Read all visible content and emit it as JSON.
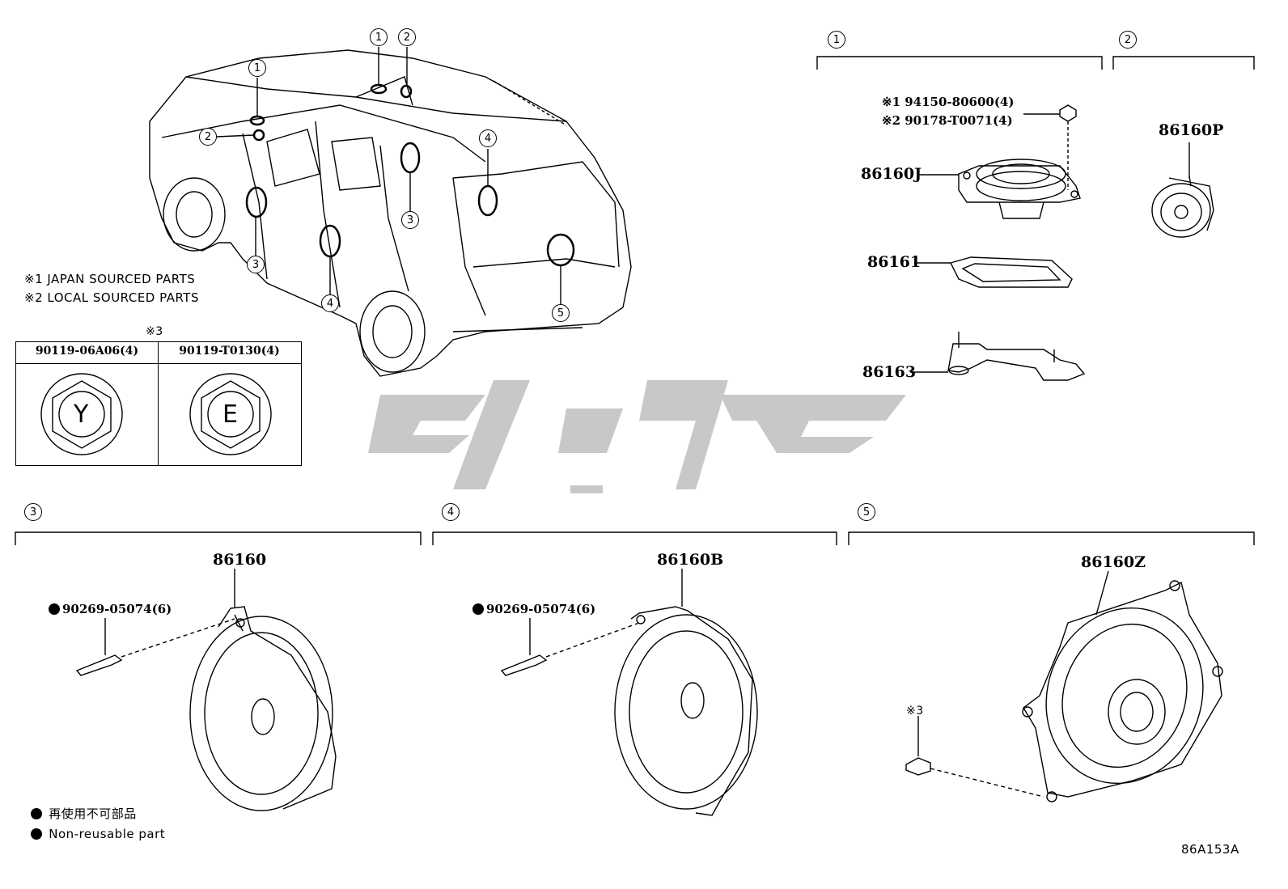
{
  "diagram_code": "86A153A",
  "notes": {
    "japan": "※1 JAPAN SOURCED PARTS",
    "local": "※2 LOCAL SOURCED PARTS"
  },
  "bolt_table": {
    "ref_mark": "※3",
    "col1": {
      "part": "90119-06A06(4)",
      "mark": "Y"
    },
    "col2": {
      "part": "90119-T0130(4)",
      "mark": "E"
    }
  },
  "callouts": [
    "1",
    "2",
    "3",
    "4",
    "5"
  ],
  "group1": {
    "number": "1",
    "nut_japan": "※1 94150-80600(4)",
    "nut_local": "※2 90178-T0071(4)",
    "speaker": "86160J",
    "gasket": "86161",
    "bracket": "86163"
  },
  "group2": {
    "number": "2",
    "speaker": "86160P"
  },
  "group3": {
    "number": "3",
    "speaker": "86160",
    "rivet": "90269-05074(6)"
  },
  "group4": {
    "number": "4",
    "speaker": "86160B",
    "rivet": "90269-05074(6)"
  },
  "group5": {
    "number": "5",
    "speaker": "86160Z",
    "bolt_ref": "※3"
  },
  "legend": {
    "jp": "再使用不可部品",
    "en": "Non-reusable part"
  },
  "watermark_text": "تویوپارت"
}
